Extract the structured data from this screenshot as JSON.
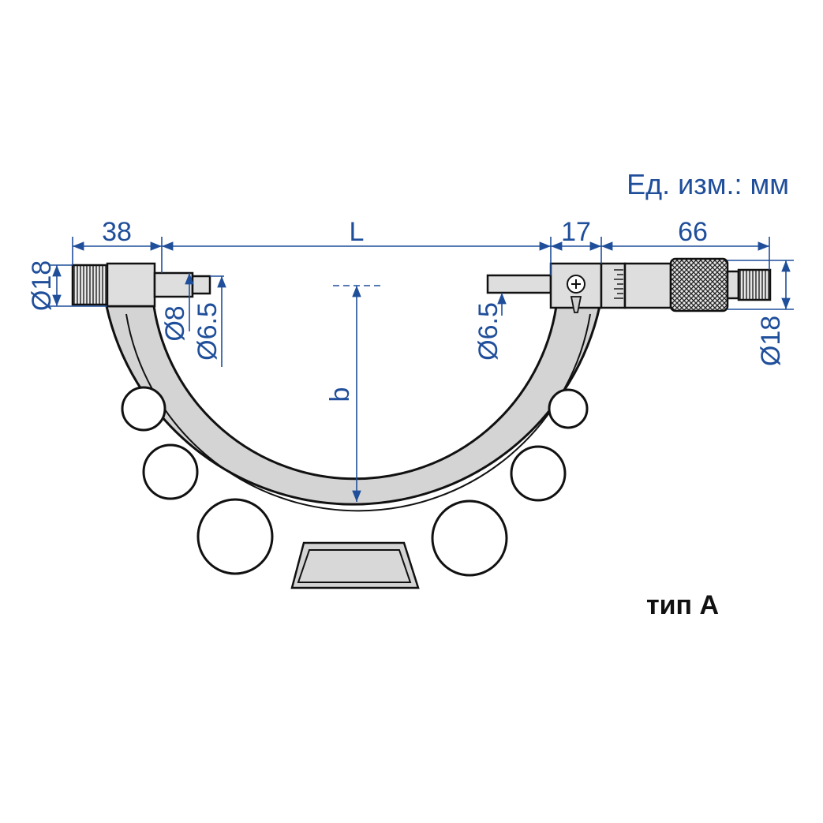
{
  "units_label": "Ед. изм.: мм",
  "type_label": "тип А",
  "dimensions": {
    "left_anvil_length": "38",
    "span": "L",
    "head_width": "17",
    "thimble_length": "66",
    "depth": "b",
    "left_frame_dia": "Ø18",
    "left_anvil_dia": "Ø8",
    "left_tip_dia": "Ø6.5",
    "spindle_dia": "Ø6.5",
    "thimble_dia": "Ø18"
  },
  "colors": {
    "dimension_blue": "#1f4e9a",
    "frame_fill": "#d4d4d4",
    "outline": "#111111"
  }
}
